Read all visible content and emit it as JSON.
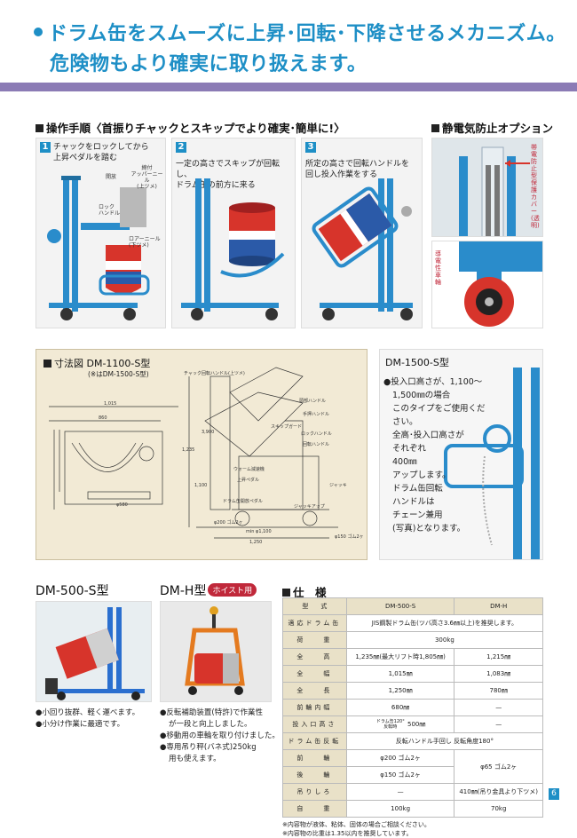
{
  "headline": {
    "line1": "ドラム缶をスムーズに上昇･回転･下降させるメカニズム。",
    "line2": "危険物もより確実に取り扱えます。"
  },
  "procedure": {
    "title": "操作手順〈首振りチャックとスキップでより確実･簡単に!〉",
    "steps": [
      {
        "num": "1",
        "text_a": "チャックをロックしてから",
        "text_b": "上昇ペダルを踏む"
      },
      {
        "num": "2",
        "text_a": "一定の高さでスキップが回転し、",
        "text_b": "ドラム缶の前方に来る"
      },
      {
        "num": "3",
        "text_a": "所定の高さで回転ハンドルを",
        "text_b": "回し投入作業をする"
      }
    ],
    "step1_labels": {
      "open": "開放",
      "upper_a": "締付",
      "upper_b": "アッパーニール",
      "upper_c": "(上ツメ)",
      "lock_a": "ロック",
      "lock_b": "ハンドル",
      "lower_a": "ロアーニール",
      "lower_b": "(下ツメ)"
    }
  },
  "static_option": {
    "title": "静電気防止オプション",
    "cover_label": "帯電防止型保護カバー(透明)",
    "wheel_label": "導電性車輪"
  },
  "dimension": {
    "title": "寸法図 DM-1100-S型",
    "subtitle": "(※はDM-1500-S型)",
    "labels": {
      "chuck": "チャック回転ハンドル(上ツメ)",
      "head": "頭部ハンドル",
      "hand": "手押ハンドル",
      "skip": "スキップガード",
      "lock": "ロックハンドル",
      "rotate": "回転ハンドル",
      "worm": "ウォーム減速機",
      "pedal": "上昇ペダル",
      "jack": "ジャッキ",
      "drum_open": "ドラム缶開放ペダル",
      "caster": "ジャッキアップ",
      "d200": "φ200",
      "d150": "φ150",
      "rubber": "ゴム2ヶ",
      "w1": "1,015",
      "w2": "1,250",
      "w3": "1,235",
      "w4": "860",
      "w5": "φ580",
      "w6": "3,900",
      "w7": "1,100",
      "w8": "min φ1,100"
    }
  },
  "dm1500": {
    "title": "DM-1500-S型",
    "lines": [
      "●投入口高さが、1,100〜",
      "1,500㎜の場合",
      "このタイプをご使用ください。",
      "全高･投入口高さが",
      "それぞれ",
      "400㎜",
      "アップします。",
      "ドラム缶回転",
      "ハンドルは",
      "チェーン兼用",
      "(写真)となります。"
    ]
  },
  "dm500": {
    "title": "DM-500-S型",
    "features": [
      "●小回り抜群、軽く運べます。",
      "●小分け作業に最適です。"
    ]
  },
  "dmh": {
    "title": "DM-H型",
    "badge": "ホイスト用",
    "features": [
      "●反転補助装置(特許)で作業性",
      "が一段と向上しました。",
      "●移動用の車輪を取り付けました。",
      "●専用吊り秤(バネ式)250kg",
      "用も使えます。"
    ]
  },
  "spec": {
    "title": "仕　様",
    "columns": [
      "型　　式",
      "DM-500-S",
      "DM-H"
    ],
    "rows": [
      {
        "label": "適応ドラム缶",
        "merged": "JIS鋼製ドラム缶(ツバ高さ3.6㎜以上)を推奨します。"
      },
      {
        "label": "荷　　重",
        "merged": "300kg"
      },
      {
        "label": "全　　高",
        "a": "1,235㎜(最大リフト時1,805㎜)",
        "b": "1,215㎜"
      },
      {
        "label": "全　　幅",
        "a": "1,015㎜",
        "b": "1,083㎜"
      },
      {
        "label": "全　　長",
        "a": "1,250㎜",
        "b": "780㎜"
      },
      {
        "label": "前輪内幅",
        "a": "680㎜",
        "b": "—"
      },
      {
        "label": "投入口高さ",
        "a_small": "ドラム缶120°反転時",
        "a": "500㎜",
        "b": "—"
      },
      {
        "label": "ドラム缶反転",
        "merged": "反転ハンドル手回し 反転角度180°"
      },
      {
        "label": "前　　輪",
        "a": "φ200 ゴム2ヶ",
        "b_merged": "φ65 ゴム2ヶ"
      },
      {
        "label": "後　　輪",
        "a": "φ150 ゴム2ヶ"
      },
      {
        "label": "吊りしろ",
        "a": "—",
        "b": "410㎜(吊り金具より下ツメ)"
      },
      {
        "label": "自　　重",
        "a": "100kg",
        "b": "70kg"
      }
    ],
    "notes": [
      "※内容物が液体、粘体、固体の場合ご相談ください。",
      "※内容物の比重は1.35以内を推奨しています。"
    ]
  },
  "page_number": "6",
  "colors": {
    "brand_blue": "#1e8fc6",
    "band_purple": "#8b7bb5",
    "drum_red": "#d7342b",
    "machine_blue": "#2a8ccb"
  }
}
